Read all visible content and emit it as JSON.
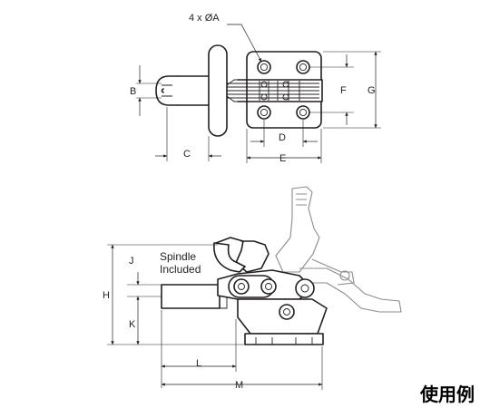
{
  "top_view": {
    "hole_callout": "4 x ØA",
    "dim_b": "B",
    "dim_c": "C",
    "dim_d": "D",
    "dim_e": "E",
    "dim_f": "F",
    "dim_g": "G"
  },
  "side_view": {
    "spindle_line1": "Spindle",
    "spindle_line2": "Included",
    "dim_h": "H",
    "dim_j": "J",
    "dim_k": "K",
    "dim_l": "L",
    "dim_m": "M"
  },
  "caption": "使用例"
}
